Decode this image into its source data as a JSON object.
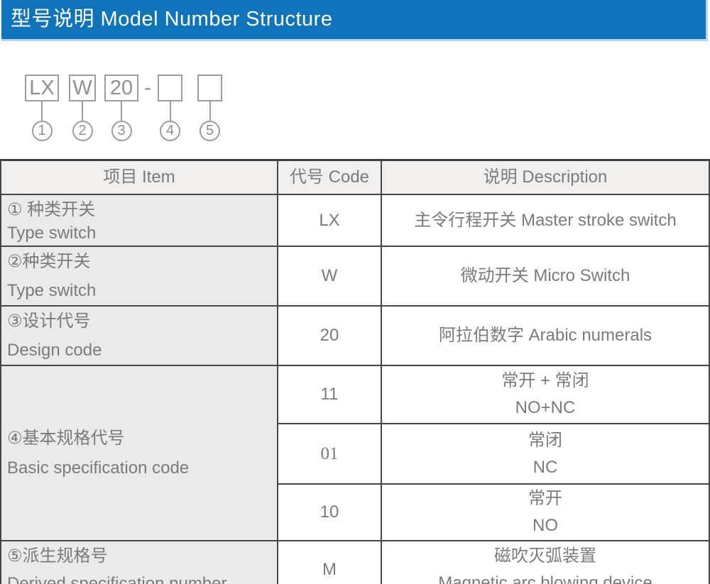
{
  "header": {
    "title": "型号说明 Model Number Structure"
  },
  "colors": {
    "title_bar_bg": "#0f74bc",
    "title_bar_edge": "#b5d3ea",
    "table_border": "#464646",
    "text_gray": "#7b7b7b",
    "item_column_bg": "#eaeaea",
    "header_row_bg": "#f0efee"
  },
  "diagram": {
    "separator": "-",
    "segments": [
      {
        "label": "LX",
        "num": "1"
      },
      {
        "label": "W",
        "num": "2"
      },
      {
        "label": "20",
        "num": "3"
      },
      {
        "label": "",
        "num": "4"
      },
      {
        "label": "",
        "num": "5"
      }
    ]
  },
  "table": {
    "columns": [
      "项目 Item",
      "代号 Code",
      "说明 Description"
    ],
    "rows": [
      {
        "item_cn": "① 种类开关",
        "item_en": "Type switch",
        "code": "LX",
        "desc": "主令行程开关 Master stroke switch"
      },
      {
        "item_cn": "②种类开关",
        "item_en": "Type switch",
        "code": "W",
        "desc": "微动开关 Micro Switch"
      },
      {
        "item_cn": "③设计代号",
        "item_en": "Design code",
        "code": "20",
        "desc": "阿拉伯数字 Arabic numerals"
      },
      {
        "item_cn": "④基本规格代号",
        "item_en": "Basic specification code",
        "subrows": [
          {
            "code": "11",
            "desc_cn": "常开 + 常闭",
            "desc_en": "NO+NC"
          },
          {
            "code": "01",
            "desc_cn": "常闭",
            "desc_en": "NC"
          },
          {
            "code": "10",
            "desc_cn": "常开",
            "desc_en": "NO"
          }
        ]
      },
      {
        "item_cn": "⑤派生规格号",
        "item_en": "Derived specification number",
        "code": "M",
        "desc_cn": "磁吹灭弧装置",
        "desc_en": "Magnetic arc blowing device"
      }
    ]
  }
}
